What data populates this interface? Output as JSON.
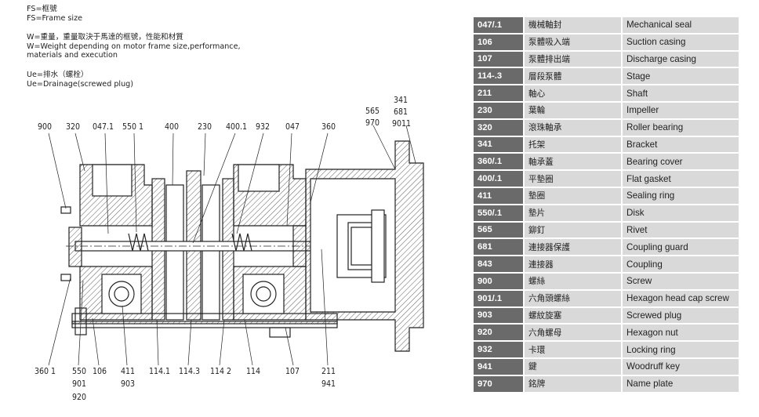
{
  "notes": [
    [
      "FS=框號",
      "FS=Frame size"
    ],
    [
      "W=重量，重量取決于馬達的框號，性能和材質",
      "W=Weight depending on motor frame size,performance,",
      "materials and execution"
    ],
    [
      "Ue=排水（螺栓）",
      "Ue=Drainage(screwed plug)"
    ]
  ],
  "callouts": {
    "c900": "900",
    "c320": "320",
    "c047_1": "047.1",
    "c550_1": "550 1",
    "c400": "400",
    "c230": "230",
    "c400_1": "400.1",
    "c932": "932",
    "c047": "047",
    "c360": "360",
    "c565": "565",
    "c970": "970",
    "c341": "341",
    "c681": "681",
    "c9011": "9011",
    "c360_1": "360 1",
    "c550": "550",
    "c901": "901",
    "c920": "920",
    "c106": "106",
    "c411": "411",
    "c903": "903",
    "c114_1": "114.1",
    "c114_3": "114.3",
    "c114_2": "114 2",
    "c114": "114",
    "c107": "107",
    "c211": "211",
    "c941": "941"
  },
  "parts": [
    {
      "num": "047/.1",
      "zh": "機械軸封",
      "en": "Mechanical seal"
    },
    {
      "num": "106",
      "zh": "泵體吸入端",
      "en": "Suction casing"
    },
    {
      "num": "107",
      "zh": "泵體排出端",
      "en": "Discharge casing"
    },
    {
      "num": "114-.3",
      "zh": "層段泵體",
      "en": "Stage"
    },
    {
      "num": "211",
      "zh": "軸心",
      "en": "Shaft"
    },
    {
      "num": "230",
      "zh": "葉輪",
      "en": "Impeller"
    },
    {
      "num": "320",
      "zh": "滾珠軸承",
      "en": "Roller bearing"
    },
    {
      "num": "341",
      "zh": "托架",
      "en": "Bracket"
    },
    {
      "num": "360/.1",
      "zh": "軸承蓋",
      "en": "Bearing cover"
    },
    {
      "num": "400/.1",
      "zh": "平墊圈",
      "en": "Flat gasket"
    },
    {
      "num": "411",
      "zh": "墊圈",
      "en": "Sealing ring"
    },
    {
      "num": "550/.1",
      "zh": "墊片",
      "en": "Disk"
    },
    {
      "num": "565",
      "zh": "鉚釘",
      "en": "Rivet"
    },
    {
      "num": "681",
      "zh": "連接器保護",
      "en": "Coupling guard"
    },
    {
      "num": "843",
      "zh": "連接器",
      "en": "Coupling"
    },
    {
      "num": "900",
      "zh": "螺絲",
      "en": "Screw"
    },
    {
      "num": "901/.1",
      "zh": "六角頭螺絲",
      "en": "Hexagon head cap screw"
    },
    {
      "num": "903",
      "zh": "螺紋旋塞",
      "en": "Screwed plug"
    },
    {
      "num": "920",
      "zh": "六角螺母",
      "en": "Hexagon nut"
    },
    {
      "num": "932",
      "zh": "卡環",
      "en": "Locking ring"
    },
    {
      "num": "941",
      "zh": "鍵",
      "en": "Woodruff key"
    },
    {
      "num": "970",
      "zh": "銘牌",
      "en": "Name plate"
    }
  ]
}
